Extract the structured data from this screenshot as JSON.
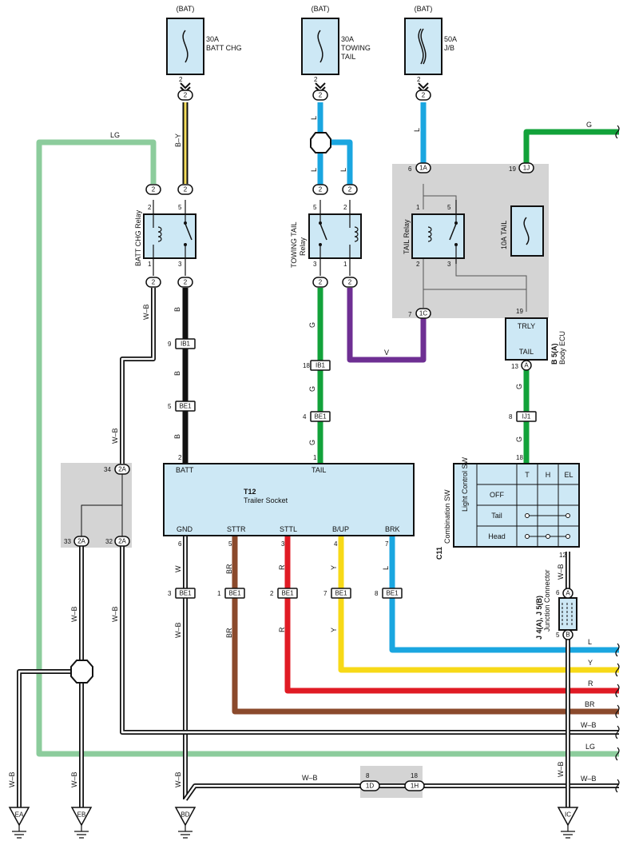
{
  "fuses": [
    {
      "id": "fuse-batt-chg",
      "source": "(BAT)",
      "rating": "30A",
      "name_lines": [
        "BATT CHG"
      ],
      "pin": "2"
    },
    {
      "id": "fuse-towing-tail",
      "source": "(BAT)",
      "rating": "30A",
      "name_lines": [
        "TOWING",
        "TAIL"
      ],
      "pin": "2"
    },
    {
      "id": "fuse-jb",
      "source": "(BAT)",
      "rating": "50A",
      "name_lines": [
        "J/B"
      ],
      "pin": "2"
    }
  ],
  "relays": [
    {
      "id": "relay-batt-chg",
      "name": "BATT CHG Relay",
      "pins": [
        "2",
        "5",
        "1",
        "3"
      ]
    },
    {
      "id": "relay-towing-tail",
      "name_lines": [
        "TOWING TAIL",
        "Relay"
      ],
      "pins": [
        "5",
        "2",
        "3",
        "1"
      ]
    },
    {
      "id": "relay-tail",
      "name": "TAIL Relay",
      "pins": [
        "1",
        "5",
        "2",
        "3"
      ]
    }
  ],
  "junction_block": {
    "fuse": "10A TAIL",
    "pins": {
      "in_1a": "6",
      "in_1j": "19",
      "out_1c": "7",
      "trly": "19"
    }
  },
  "body_ecu": {
    "code": "B 5(A)",
    "name": "Body ECU",
    "terminal_top": "TRLY",
    "terminal_bottom": "TAIL",
    "pin": "13"
  },
  "trailer_socket": {
    "code": "T12",
    "name": "Trailer Socket",
    "top_terminals": [
      {
        "label": "BATT",
        "pin": "2"
      },
      {
        "label": "TAIL",
        "pin": "1"
      }
    ],
    "bottom_terminals": [
      {
        "label": "GND",
        "pin": "6"
      },
      {
        "label": "STTR",
        "pin": "5"
      },
      {
        "label": "STTL",
        "pin": "3"
      },
      {
        "label": "B/UP",
        "pin": "4"
      },
      {
        "label": "BRK",
        "pin": "7"
      }
    ]
  },
  "combination_sw": {
    "code": "C11",
    "name": "Combination SW",
    "sub": "Light Control SW",
    "headers": [
      "T",
      "H",
      "EL"
    ],
    "rows": [
      "OFF",
      "Tail",
      "Head"
    ],
    "pin_in": "18",
    "pin_out": "12"
  },
  "junction_connector": {
    "code": "J 4(A), J 5(B)",
    "name": "Junction Connector",
    "pin_a": "6",
    "pin_b": "5"
  },
  "connector_codes": {
    "c2": "2",
    "c1a": "1A",
    "c1j": "1J",
    "c1c": "1C",
    "c2a": "2A",
    "ib1": "IB1",
    "be1": "BE1",
    "ij1": "IJ1",
    "c1d": "1D",
    "c1h": "1H",
    "ca": "A",
    "cb": "B"
  },
  "pins": [
    "2",
    "9",
    "5",
    "18",
    "4",
    "1",
    "34",
    "33",
    "32",
    "3",
    "7",
    "8",
    "6",
    "12",
    "13",
    "19"
  ],
  "wire_colors": {
    "LG": "LG",
    "B-Y": "B–Y",
    "L": "L",
    "G": "G",
    "B": "B",
    "V": "V",
    "W-B": "W–B",
    "W": "W",
    "BR": "BR",
    "R": "R",
    "Y": "Y"
  },
  "right_edge_labels": [
    "G",
    "L",
    "Y",
    "R",
    "BR",
    "W–B",
    "LG",
    "W–B"
  ],
  "grounds": [
    "EA",
    "EB",
    "BD",
    "IC"
  ],
  "colors": {
    "L": "#1aa6e0",
    "G": "#12a23a",
    "LG": "#8ccc9c",
    "V": "#6e2f93",
    "R": "#e01b24",
    "Y": "#f7d917",
    "BR": "#8b4a2c",
    "B": "#111111",
    "W": "#ffffff",
    "BY_fill": "#f4dd5c",
    "box": "#cde8f5",
    "gray": "#d4d4d4"
  }
}
